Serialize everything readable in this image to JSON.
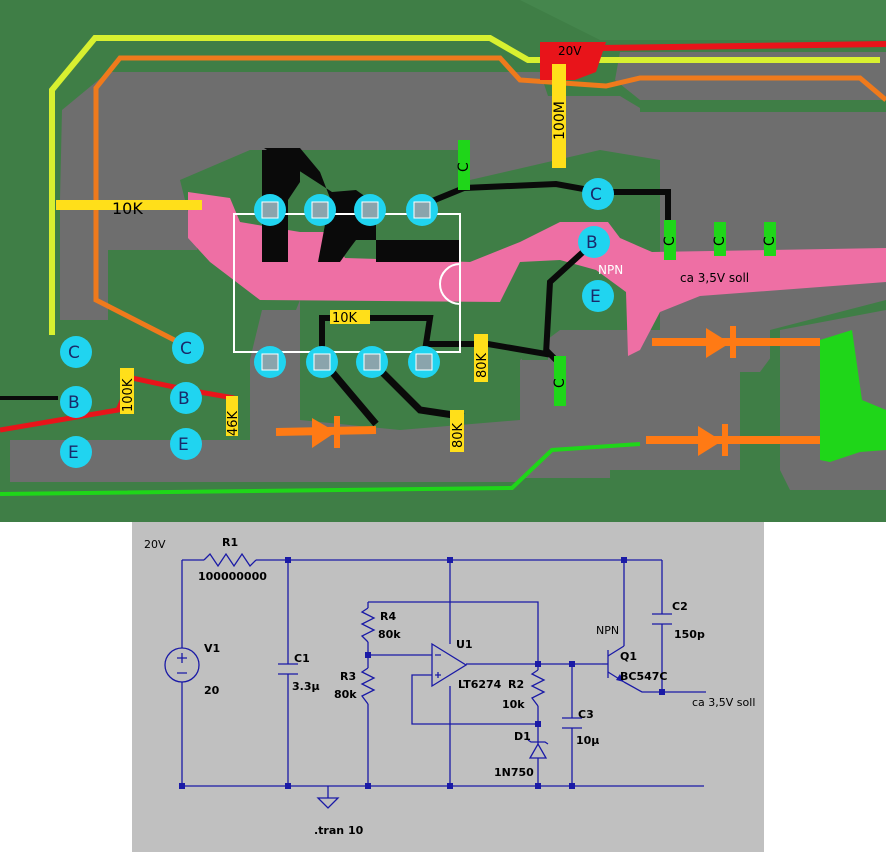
{
  "pcb_photo": {
    "labels": {
      "r_10k_left": "10K",
      "r_100m": "100M",
      "r_10k_mid": "10K",
      "r_100k": "100K",
      "r_46k": "46K",
      "r_80k_a": "80K",
      "r_80k_b": "80K",
      "c_mark": "C",
      "supply_20v": "20V",
      "npn": "NPN",
      "output_note": "ca 3,5V soll"
    },
    "transistor_pins": {
      "collector": "C",
      "base": "B",
      "emitter": "E"
    },
    "colors": {
      "board_green": "#3f7e46",
      "copper_gray": "#6e6e6e",
      "pink_trace": "#ee6fa4",
      "black_trace": "#0a0a0a",
      "yellow_resistor": "#ffdf1a",
      "orange_diode": "#ff7a14",
      "cyan_pin": "#20d4f0",
      "green_cap": "#1fd619",
      "red_wire": "#e8141a",
      "yellow_wire": "#d8f030",
      "orange_wire": "#ef7a1c"
    }
  },
  "schematic": {
    "supply_label": "20V",
    "r1": {
      "name": "R1",
      "value": "100000000"
    },
    "v1": {
      "name": "V1",
      "value": "20"
    },
    "c1": {
      "name": "C1",
      "value": "3.3µ"
    },
    "r3": {
      "name": "R3",
      "value": "80k"
    },
    "r4": {
      "name": "R4",
      "value": "80k"
    },
    "u1": {
      "name": "U1",
      "value": "LT6274"
    },
    "r2": {
      "name": "R2",
      "value": "10k"
    },
    "d1": {
      "name": "D1",
      "value": "1N750"
    },
    "c3": {
      "name": "C3",
      "value": "10µ"
    },
    "q1": {
      "name": "Q1",
      "value": "BC547C",
      "type": "NPN"
    },
    "c2": {
      "name": "C2",
      "value": "150p"
    },
    "output_label": "ca 3,5V soll",
    "sim_directive": ".tran 10",
    "colors": {
      "background": "#c0c0c0",
      "wire": "#1a1aa6"
    }
  }
}
